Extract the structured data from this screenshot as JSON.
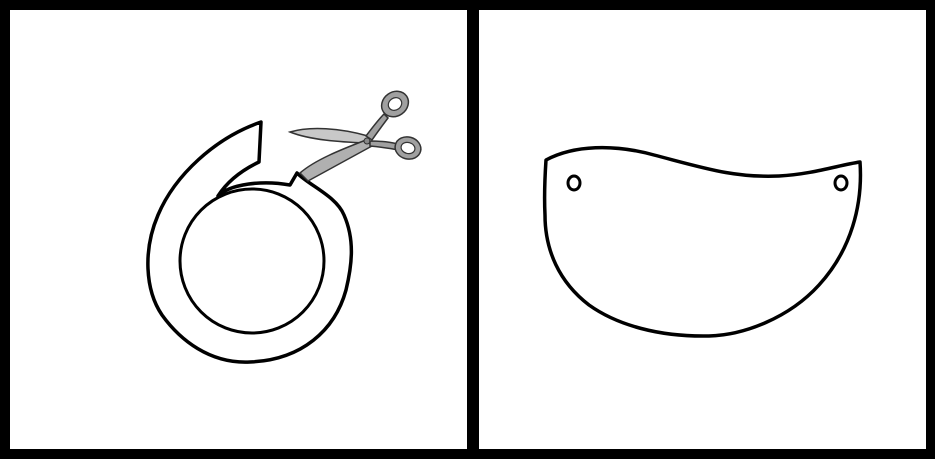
{
  "panels": [
    {
      "id": "step-1",
      "content": "circle-cutout-with-scissors"
    },
    {
      "id": "step-2",
      "content": "curved-visor-shape-with-two-holes"
    }
  ],
  "colors": {
    "frame": "#000000",
    "panel_background": "#ffffff",
    "outline": "#000000",
    "scissor_blade": "#b8b8b8",
    "scissor_handle": "#9a9a9a"
  },
  "icons": [
    "scissors-icon"
  ]
}
